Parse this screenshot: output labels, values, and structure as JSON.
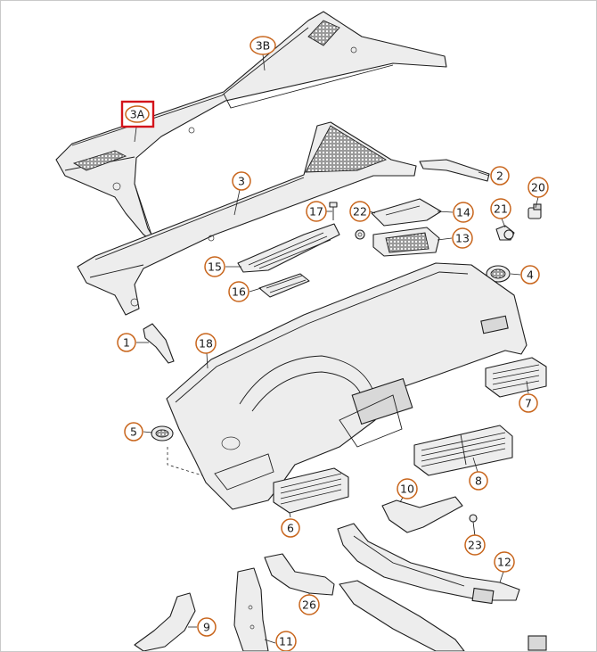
{
  "diagram": {
    "title": "",
    "highlighted_label": "3A",
    "accent_colors": {
      "callout_outline": "#c8651c",
      "highlight_outline": "#d3141b",
      "line_art": "#1e1e1e",
      "part_fill": "#ededed"
    },
    "callouts": [
      {
        "id": "3B",
        "label": "3B"
      },
      {
        "id": "3A",
        "label": "3A"
      },
      {
        "id": "3",
        "label": "3"
      },
      {
        "id": "2",
        "label": "2"
      },
      {
        "id": "20",
        "label": "20"
      },
      {
        "id": "17",
        "label": "17"
      },
      {
        "id": "22",
        "label": "22"
      },
      {
        "id": "14",
        "label": "14"
      },
      {
        "id": "21",
        "label": "21"
      },
      {
        "id": "13",
        "label": "13"
      },
      {
        "id": "15",
        "label": "15"
      },
      {
        "id": "16",
        "label": "16"
      },
      {
        "id": "4",
        "label": "4"
      },
      {
        "id": "1",
        "label": "1"
      },
      {
        "id": "18",
        "label": "18"
      },
      {
        "id": "7",
        "label": "7"
      },
      {
        "id": "5",
        "label": "5"
      },
      {
        "id": "8",
        "label": "8"
      },
      {
        "id": "10",
        "label": "10"
      },
      {
        "id": "6",
        "label": "6"
      },
      {
        "id": "23",
        "label": "23"
      },
      {
        "id": "12",
        "label": "12"
      },
      {
        "id": "26",
        "label": "26"
      },
      {
        "id": "9",
        "label": "9"
      },
      {
        "id": "11",
        "label": "11"
      }
    ]
  }
}
